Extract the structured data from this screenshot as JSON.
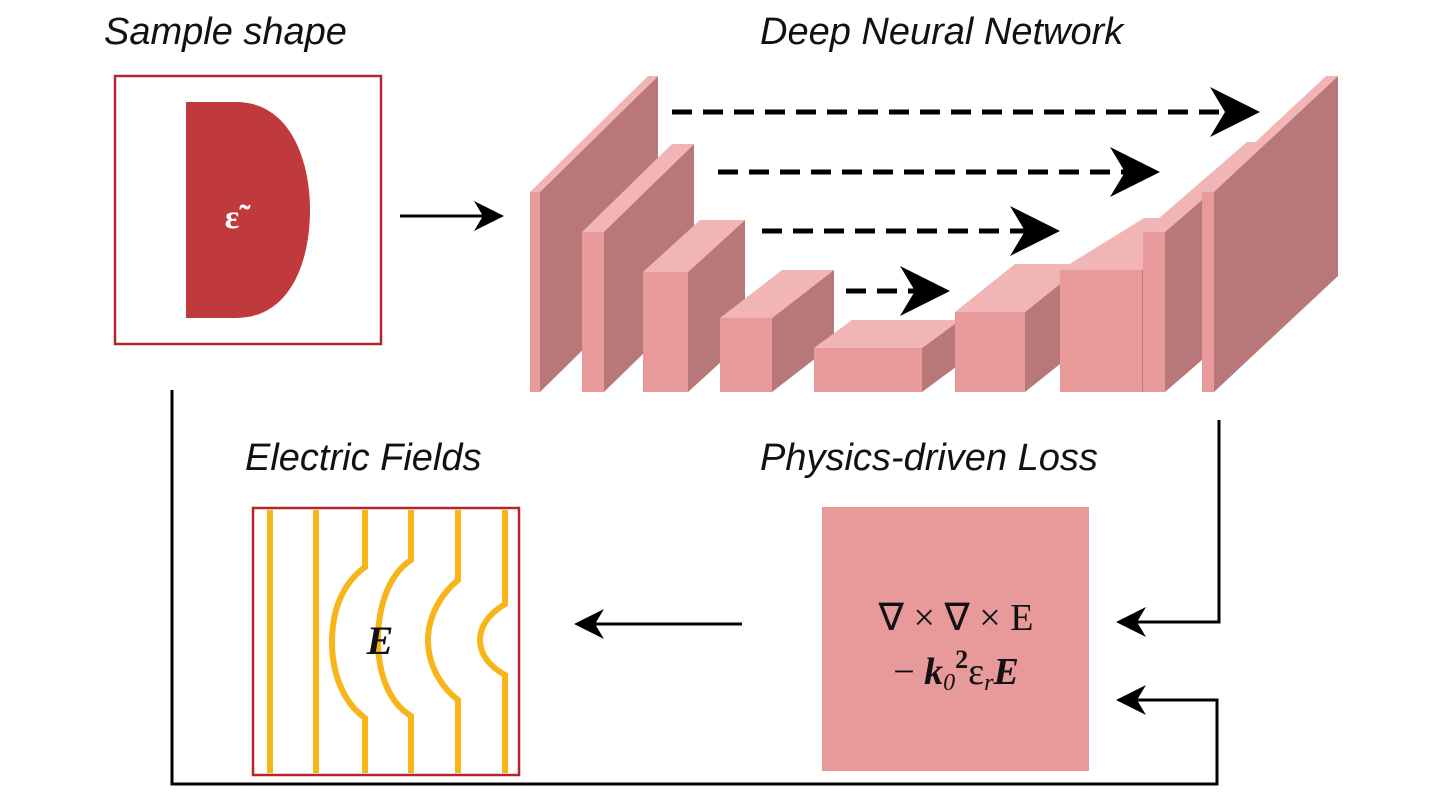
{
  "labels": {
    "sample_shape": "Sample shape",
    "network": "Deep Neural Network",
    "electric_fields": "Electric Fields",
    "physics_loss": "Physics-driven Loss"
  },
  "sample": {
    "symbol": "ε̃"
  },
  "loss": {
    "line1": "∇ × ∇ × E",
    "line2_prefix": "− ",
    "k": "k",
    "k_sub": "0",
    "k_sup": "2",
    "eps": "ε",
    "eps_sub": "r",
    "E": "E"
  },
  "field": {
    "symbol": "E"
  },
  "colors": {
    "sample_border": "#b3262c",
    "sample_shape": "#c0393b",
    "block_front": "#e8999a",
    "block_side": "#b87778",
    "block_top": "#f2b5b5",
    "field_lines": "#f7b519",
    "loss_box": "#e8999a",
    "arrow": "#000000"
  }
}
